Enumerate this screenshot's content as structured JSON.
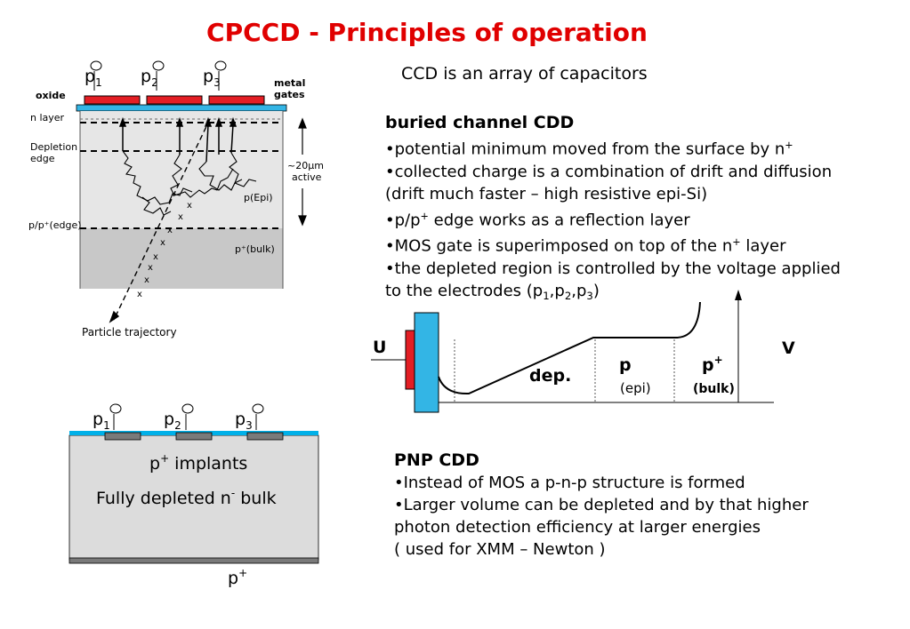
{
  "title": "CPCCD  -  Principles of operation",
  "intro": "CCD is an array of capacitors",
  "top_diagram": {
    "gate_labels": [
      "p",
      "p",
      "p"
    ],
    "gate_subs": [
      "1",
      "2",
      "3"
    ],
    "oxide": "oxide",
    "metal_gates_1": "metal",
    "metal_gates_2": "gates",
    "n_layer": "n layer",
    "depletion_1": "Depletion",
    "depletion_2": "edge",
    "active_1": "~20μm",
    "active_2": "active",
    "pepi": "p(Epi)",
    "pp_edge": "p/p⁺(edge)",
    "p_bulk": "p⁺(bulk)",
    "particle": "Particle trajectory"
  },
  "buried": {
    "heading": "buried channel CDD",
    "b1": "•potential minimum moved from the surface by n",
    "b1_sup": "+",
    "b2": "•collected charge is a combination of drift and diffusion",
    "b2b": "(drift much faster – high resistive epi-Si)",
    "b3a": "•p/p",
    "b3_sup": "+",
    "b3b": " edge works as a reflection layer",
    "b4a": "•MOS gate is superimposed on top of the n",
    "b4_sup": "+",
    "b4b": " layer",
    "b5": "•the depleted region is controlled by the voltage applied",
    "b6a": "to the electrodes (p",
    "b6_s1": "1",
    "b6_c1": ",p",
    "b6_s2": "2",
    "b6_c2": ",p",
    "b6_s3": "3",
    "b6_end": ")"
  },
  "potential": {
    "u": "U",
    "v": "V",
    "dep": "dep.",
    "p": "p",
    "epi": "(epi)",
    "pplus": "p",
    "pplus_sup": "+",
    "bulk": "(bulk)"
  },
  "pnp_diagram": {
    "gate_labels": [
      "p",
      "p",
      "p"
    ],
    "gate_subs": [
      "1",
      "2",
      "3"
    ],
    "implants": "p",
    "implants_sup": "+",
    "implants_rest": " implants",
    "bulk_a": "Fully depleted n",
    "bulk_sup": "-",
    "bulk_b": " bulk",
    "bottom": "p",
    "bottom_sup": "+"
  },
  "pnp": {
    "heading": "PNP CDD",
    "b1": "•Instead of MOS a p-n-p structure is formed",
    "b2": "•Larger volume can be depleted and by that higher",
    "b2b": "photon detection efficiency at larger energies",
    "b3": "( used for XMM – Newton )"
  }
}
